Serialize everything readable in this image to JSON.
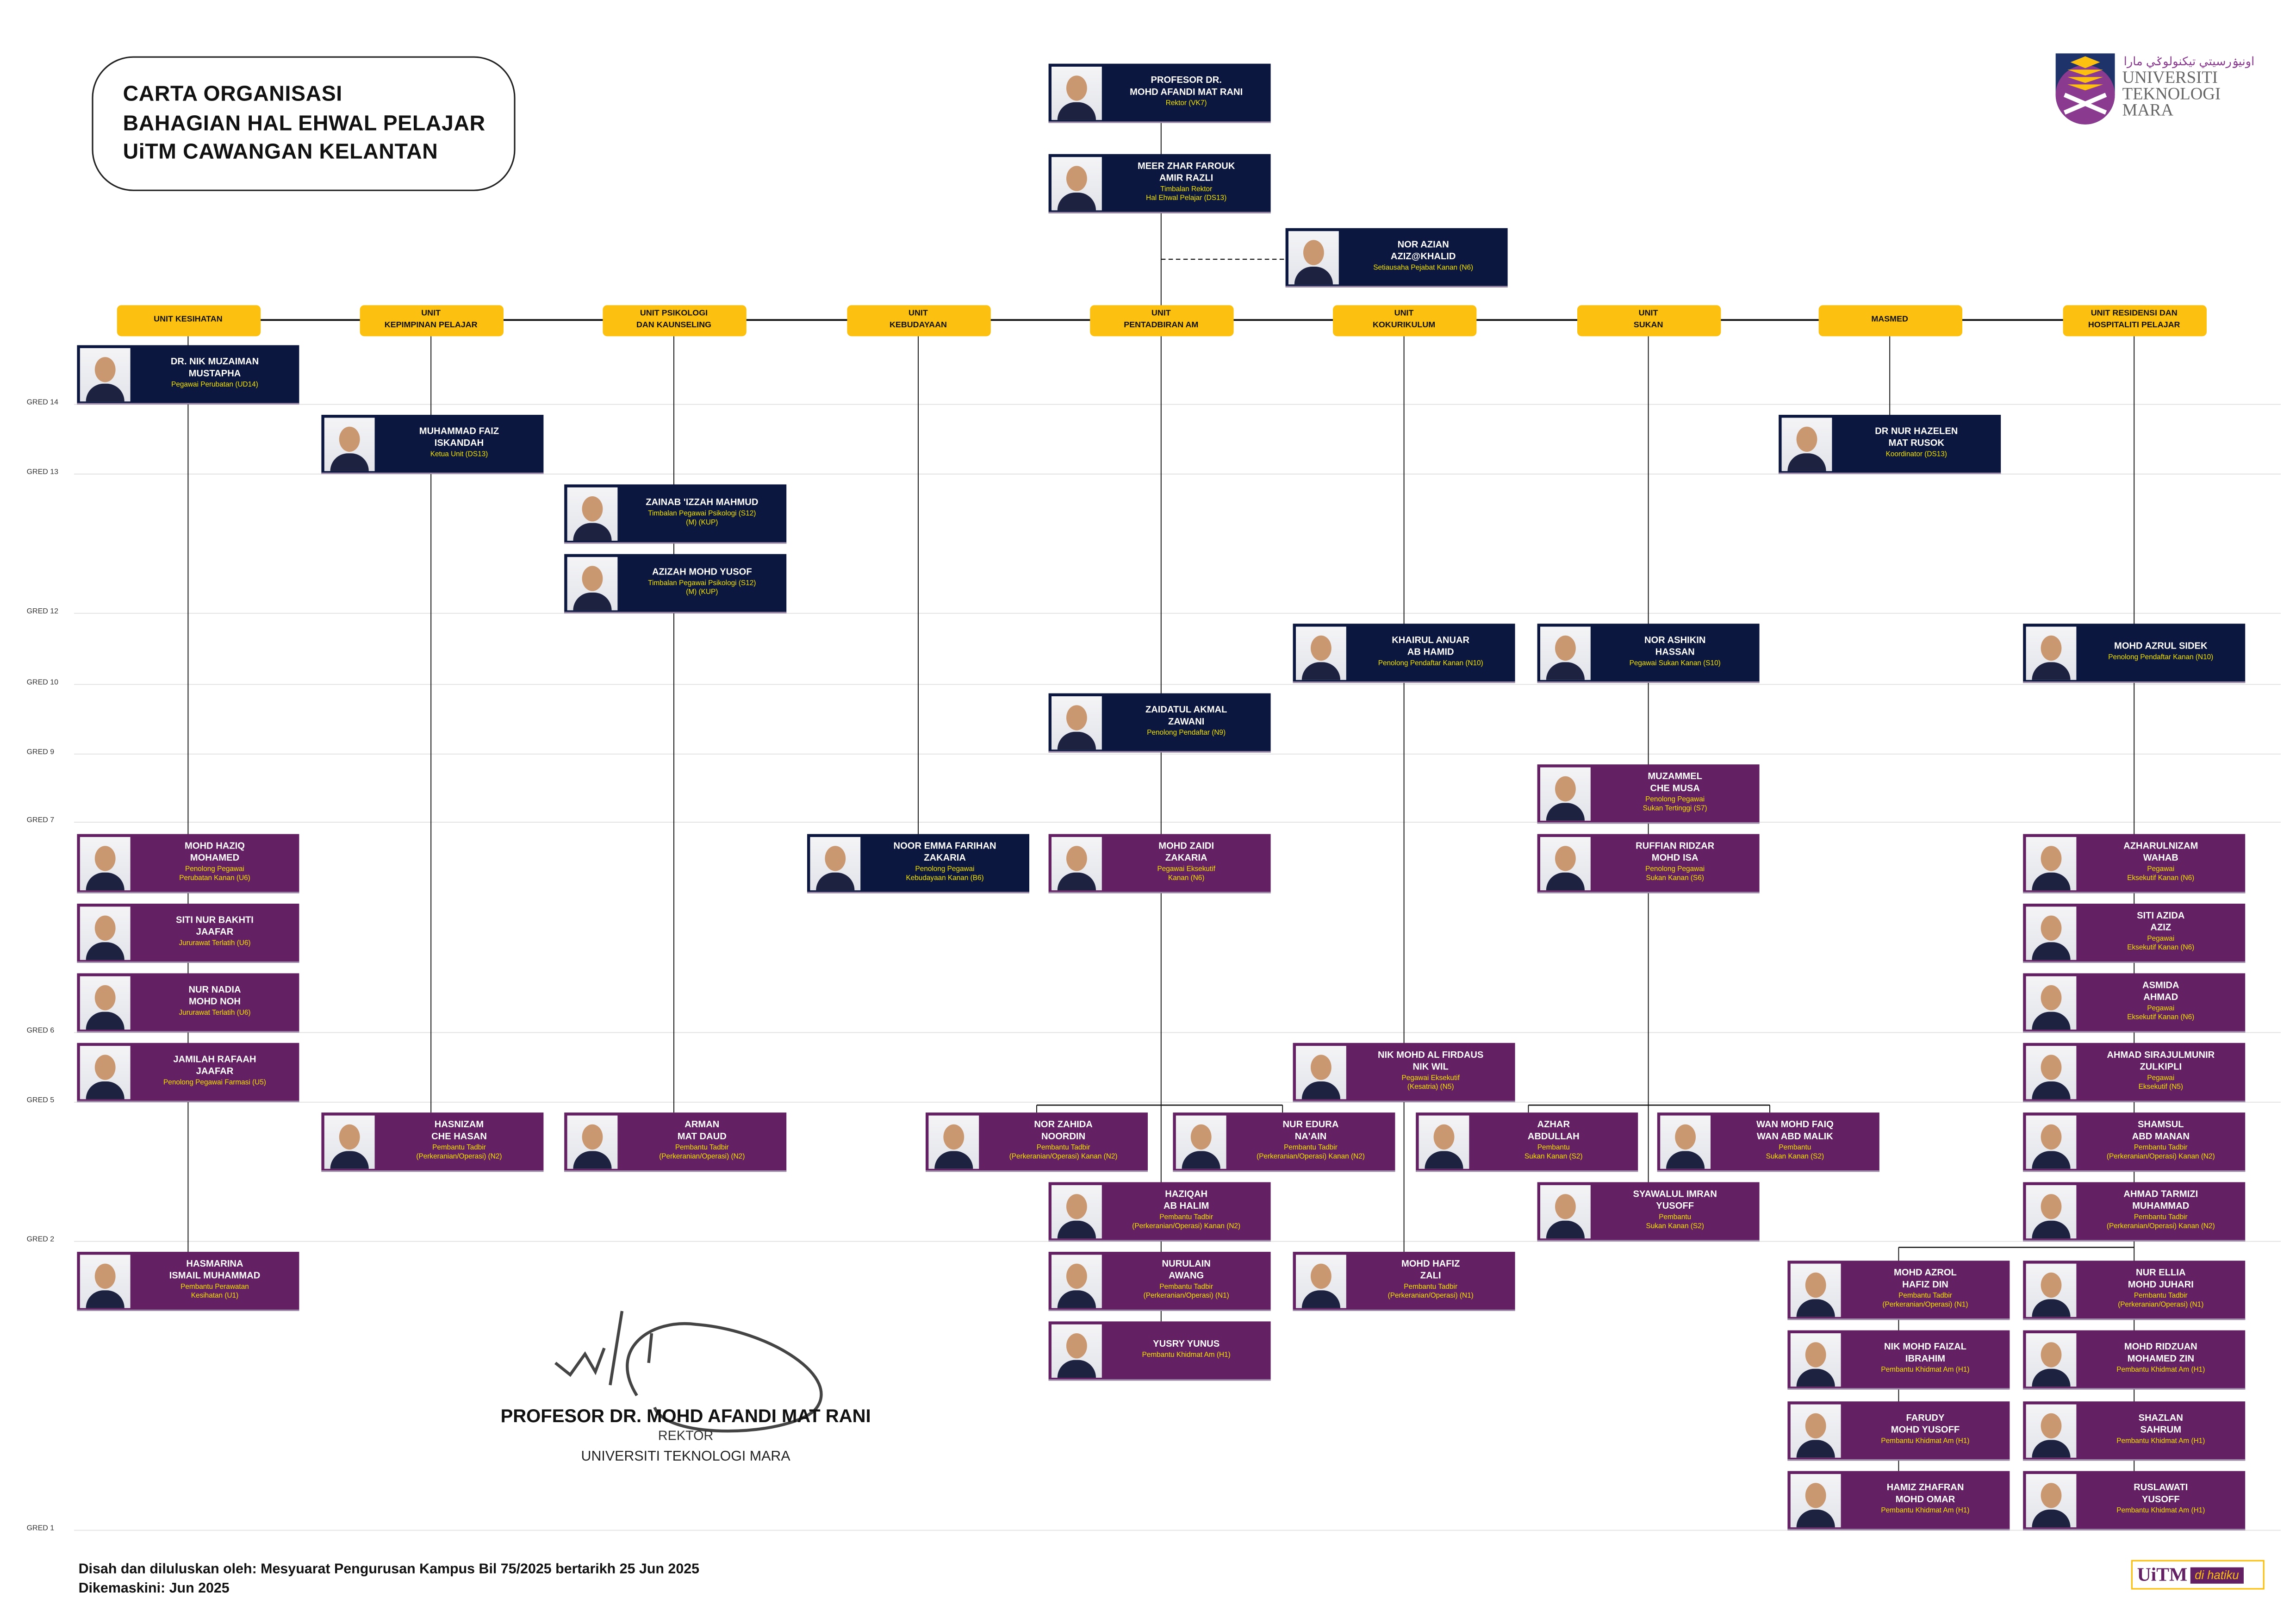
{
  "title": [
    "CARTA ORGANISASI",
    "BAHAGIAN HAL EHWAL PELAJAR",
    "UiTM CAWANGAN KELANTAN"
  ],
  "logo": {
    "jawi": "اونيۏرسيتي تيکنولوݢي مارا",
    "name": "UNIVERSITI\nTEKNOLOGI\nMARA"
  },
  "grades": [
    "GRED 14",
    "GRED 13",
    "GRED 12",
    "GRED 10",
    "GRED 9",
    "GRED 7",
    "GRED 6",
    "GRED 5",
    "GRED 2",
    "GRED 1"
  ],
  "units": {
    "kesihatan": "UNIT KESIHATAN",
    "kepimpinan": "UNIT\nKEPIMPINAN PELAJAR",
    "psikologi": "UNIT PSIKOLOGI\nDAN KAUNSELING",
    "kebudayaan": "UNIT\nKEBUDAYAAN",
    "pentadbiran": "UNIT\nPENTADBIRAN AM",
    "kokurikulum": "UNIT\nKOKURIKULUM",
    "sukan": "UNIT\nSUKAN",
    "masmed": "MASMED",
    "residensi": "UNIT RESIDENSI DAN\nHOSPITALITI PELAJAR"
  },
  "people": {
    "rektor": {
      "name": "PROFESOR DR.\nMOHD AFANDI MAT RANI",
      "role": "Rektor (VK7)",
      "theme": "navy"
    },
    "meer": {
      "name": "MEER ZHAR FAROUK\nAMIR RAZLI",
      "role": "Timbalan Rektor\nHal Ehwal Pelajar (DS13)",
      "theme": "navy"
    },
    "azian": {
      "name": "NOR AZIAN\nAZIZ@KHALID",
      "role": "Setiausaha Pejabat Kanan (N6)",
      "theme": "navy"
    },
    "muzaiman": {
      "name": "DR. NIK MUZAIMAN\nMUSTAPHA",
      "role": "Pegawai Perubatan (UD14)",
      "theme": "navy"
    },
    "faiz": {
      "name": "MUHAMMAD FAIZ\nISKANDAH",
      "role": "Ketua Unit (DS13)",
      "theme": "navy"
    },
    "zainab": {
      "name": "ZAINAB 'IZZAH MAHMUD",
      "role": "Timbalan Pegawai Psikologi (S12)\n(M) (KUP)",
      "theme": "navy"
    },
    "azizah": {
      "name": "AZIZAH MOHD YUSOF",
      "role": "Timbalan Pegawai Psikologi (S12)\n(M) (KUP)",
      "theme": "navy"
    },
    "hazelen": {
      "name": "DR NUR HAZELEN\nMAT RUSOK",
      "role": "Koordinator (DS13)",
      "theme": "navy"
    },
    "khairul": {
      "name": "KHAIRUL ANUAR\nAB HAMID",
      "role": "Penolong Pendaftar Kanan (N10)",
      "theme": "navy"
    },
    "ashikin": {
      "name": "NOR ASHIKIN\nHASSAN",
      "role": "Pegawai Sukan Kanan (S10)",
      "theme": "navy"
    },
    "azrul": {
      "name": "MOHD AZRUL SIDEK",
      "role": "Penolong Pendaftar Kanan (N10)",
      "theme": "navy"
    },
    "zaidatul": {
      "name": "ZAIDATUL AKMAL\nZAWANI",
      "role": "Penolong Pendaftar (N9)",
      "theme": "navy"
    },
    "muzammel": {
      "name": "MUZAMMEL\nCHE MUSA",
      "role": "Penolong Pegawai\nSukan Tertinggi (S7)",
      "theme": "purple"
    },
    "haziq": {
      "name": "MOHD HAZIQ\nMOHAMED",
      "role": "Penolong Pegawai\nPerubatan Kanan (U6)",
      "theme": "purple"
    },
    "emma": {
      "name": "NOOR EMMA FARIHAN\nZAKARIA",
      "role": "Penolong Pegawai\nKebudayaan Kanan (B6)",
      "theme": "navy"
    },
    "zaidi": {
      "name": "MOHD ZAIDI\nZAKARIA",
      "role": "Pegawai Eksekutif\nKanan (N6)",
      "theme": "purple"
    },
    "ruffian": {
      "name": "RUFFIAN RIDZAR\nMOHD ISA",
      "role": "Penolong Pegawai\nSukan Kanan (S6)",
      "theme": "purple"
    },
    "azharulnizam": {
      "name": "AZHARULNIZAM\nWAHAB",
      "role": "Pegawai\nEksekutif Kanan (N6)",
      "theme": "purple"
    },
    "bakhti": {
      "name": "SITI NUR BAKHTI\nJAAFAR",
      "role": "Jururawat Terlatih (U6)",
      "theme": "purple"
    },
    "azida": {
      "name": "SITI AZIDA\nAZIZ",
      "role": "Pegawai\nEksekutif Kanan (N6)",
      "theme": "purple"
    },
    "nadia": {
      "name": "NUR NADIA\nMOHD NOH",
      "role": "Jururawat Terlatih (U6)",
      "theme": "purple"
    },
    "asmida": {
      "name": "ASMIDA\nAHMAD",
      "role": "Pegawai\nEksekutif Kanan (N6)",
      "theme": "purple"
    },
    "jamilah": {
      "name": "JAMILAH RAFAAH\nJAAFAR",
      "role": "Penolong Pegawai Farmasi (U5)",
      "theme": "purple"
    },
    "firdaus": {
      "name": "NIK MOHD AL FIRDAUS\nNIK WIL",
      "role": "Pegawai Eksekutif\n(Kesatria) (N5)",
      "theme": "purple"
    },
    "sirajul": {
      "name": "AHMAD SIRAJULMUNIR\nZULKIPLI",
      "role": "Pegawai\nEksekutif (N5)",
      "theme": "purple"
    },
    "hasnizam": {
      "name": "HASNIZAM\nCHE HASAN",
      "role": "Pembantu Tadbir\n(Perkeranian/Operasi) (N2)",
      "theme": "purple"
    },
    "arman": {
      "name": "ARMAN\nMAT DAUD",
      "role": "Pembantu Tadbir\n(Perkeranian/Operasi) (N2)",
      "theme": "purple"
    },
    "zahida": {
      "name": "NOR ZAHIDA\nNOORDIN",
      "role": "Pembantu Tadbir\n(Perkeranian/Operasi) Kanan (N2)",
      "theme": "purple"
    },
    "edura": {
      "name": "NUR EDURA\nNA'AIN",
      "role": "Pembantu Tadbir\n(Perkeranian/Operasi) Kanan (N2)",
      "theme": "purple"
    },
    "azhar": {
      "name": "AZHAR\nABDULLAH",
      "role": "Pembantu\nSukan Kanan (S2)",
      "theme": "purple"
    },
    "faiq": {
      "name": "WAN MOHD FAIQ\nWAN ABD MALIK",
      "role": "Pembantu\nSukan Kanan (S2)",
      "theme": "purple"
    },
    "shamsul": {
      "name": "SHAMSUL\nABD MANAN",
      "role": "Pembantu Tadbir\n(Perkeranian/Operasi) Kanan (N2)",
      "theme": "purple"
    },
    "haziqah": {
      "name": "HAZIQAH\nAB HALIM",
      "role": "Pembantu Tadbir\n(Perkeranian/Operasi) Kanan (N2)",
      "theme": "purple"
    },
    "syawalul": {
      "name": "SYAWALUL IMRAN\nYUSOFF",
      "role": "Pembantu\nSukan Kanan (S2)",
      "theme": "purple"
    },
    "tarmizi": {
      "name": "AHMAD TARMIZI\nMUHAMMAD",
      "role": "Pembantu Tadbir\n(Perkeranian/Operasi) Kanan (N2)",
      "theme": "purple"
    },
    "hasmarina": {
      "name": "HASMARINA\nISMAIL MUHAMMAD",
      "role": "Pembantu Perawatan\nKesihatan (U1)",
      "theme": "purple"
    },
    "nurulain": {
      "name": "NURULAIN\nAWANG",
      "role": "Pembantu Tadbir\n(Perkeranian/Operasi) (N1)",
      "theme": "purple"
    },
    "hafiz": {
      "name": "MOHD HAFIZ\nZALI",
      "role": "Pembantu Tadbir\n(Perkeranian/Operasi) (N1)",
      "theme": "purple"
    },
    "azrol": {
      "name": "MOHD AZROL\nHAFIZ DIN",
      "role": "Pembantu Tadbir\n(Perkeranian/Operasi) (N1)",
      "theme": "purple"
    },
    "ellia": {
      "name": "NUR ELLIA\nMOHD JUHARI",
      "role": "Pembantu Tadbir\n(Perkeranian/Operasi) (N1)",
      "theme": "purple"
    },
    "yusry": {
      "name": "YUSRY YUNUS",
      "role": "Pembantu Khidmat Am (H1)",
      "theme": "purple"
    },
    "nikfaizal": {
      "name": "NIK MOHD FAIZAL\nIBRAHIM",
      "role": "Pembantu Khidmat Am (H1)",
      "theme": "purple"
    },
    "ridzuan": {
      "name": "MOHD RIDZUAN\nMOHAMED ZIN",
      "role": "Pembantu Khidmat Am (H1)",
      "theme": "purple"
    },
    "farudy": {
      "name": "FARUDY\nMOHD YUSOFF",
      "role": "Pembantu Khidmat Am (H1)",
      "theme": "purple"
    },
    "shazlan": {
      "name": "SHAZLAN\nSAHRUM",
      "role": "Pembantu Khidmat Am (H1)",
      "theme": "purple"
    },
    "hamiz": {
      "name": "HAMIZ ZHAFRAN\nMOHD OMAR",
      "role": "Pembantu Khidmat Am (H1)",
      "theme": "purple"
    },
    "ruslawati": {
      "name": "RUSLAWATI\nYUSOFF",
      "role": "Pembantu Khidmat Am (H1)",
      "theme": "purple"
    }
  },
  "signature": {
    "name": "PROFESOR DR. MOHD AFANDI MAT RANI",
    "role": "REKTOR",
    "university": "UNIVERSITI TEKNOLOGI MARA"
  },
  "footer": {
    "approval": "Disah dan diluluskan oleh: Mesyuarat Pengurusan Kampus Bil 75/2025 bertarikh 25 Jun 2025",
    "updated": "Dikemaskini: Jun 2025"
  },
  "badge": {
    "brand": "UiTM",
    "tagline": "di hatiku"
  },
  "colors": {
    "navy": "#0c1740",
    "purple": "#632063",
    "unit": "#fcc010",
    "role_text": "#f5e400"
  }
}
